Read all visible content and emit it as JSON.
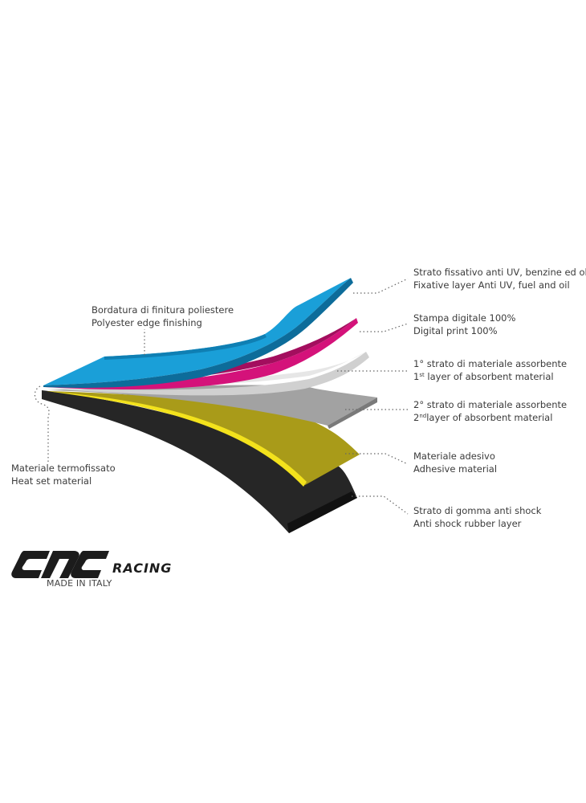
{
  "labels": {
    "fixative": {
      "it": "Strato fissativo anti UV, benzine ed oli",
      "en": "Fixative layer Anti UV, fuel and oil"
    },
    "edge": {
      "it": "Bordatura di finitura poliestere",
      "en": "Polyester edge finishing"
    },
    "print": {
      "it": "Stampa digitale 100%",
      "en": "Digital print 100%"
    },
    "absorbent1": {
      "it": "1° strato di materiale assorbente",
      "en_ord": "1",
      "en_sup": "st",
      "en_rest": " layer of absorbent material"
    },
    "absorbent2": {
      "it": "2° strato di materiale assorbente",
      "en_ord": "2",
      "en_sup": "nd",
      "en_rest": "layer of absorbent material"
    },
    "adhesive": {
      "it": "Materiale adesivo",
      "en": "Adhesive material"
    },
    "heatset": {
      "it": "Materiale termofissato",
      "en": "Heat set material"
    },
    "rubber": {
      "it": "Strato di gomma anti shock",
      "en": "Anti shock rubber layer"
    }
  },
  "brand": {
    "logo_text": "CNC",
    "logo_suffix": "RACING",
    "tagline": "MADE IN ITALY"
  },
  "colors": {
    "fixative": "#1a9fd8",
    "print": "#d4127a",
    "absorbent1": "#d0d0d0",
    "absorbent2": "#a2a2a2",
    "adhesive": "#a99b19",
    "adhesive_edge": "#f3e21c",
    "rubber": "#262626"
  }
}
